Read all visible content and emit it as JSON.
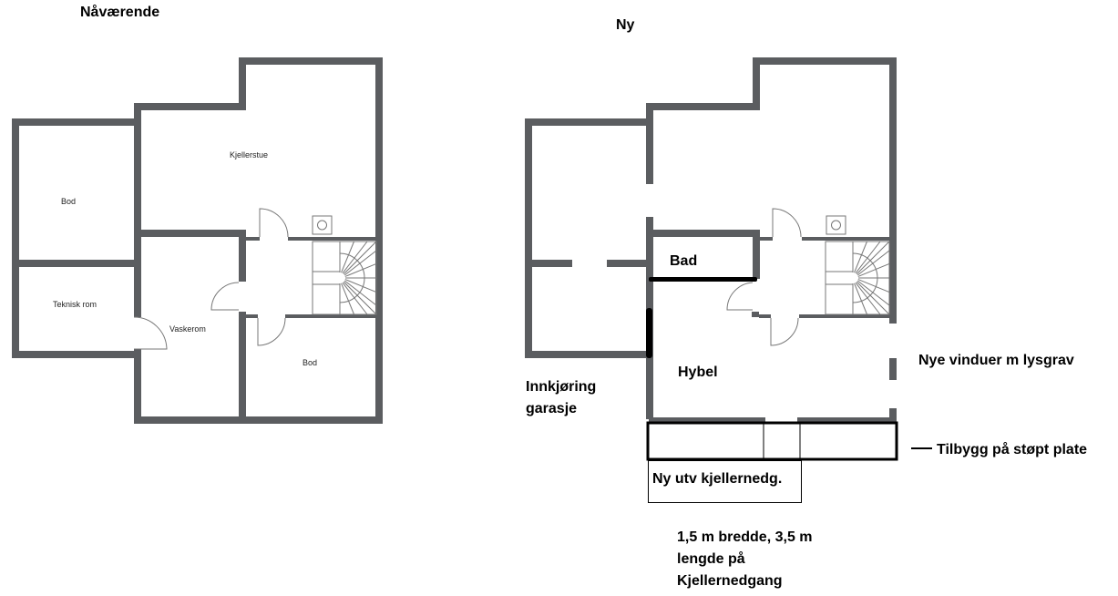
{
  "titles": {
    "current": "Nåværende",
    "new": "Ny"
  },
  "current_plan": {
    "rooms": [
      "Kjellerstue",
      "Bod",
      "Teknisk rom",
      "Vaskerom",
      "Bod"
    ]
  },
  "new_plan": {
    "rooms": {
      "bad": "Bad",
      "hybel": "Hybel"
    },
    "annotations": {
      "driveway_line1": "Innkjøring",
      "driveway_line2": "garasje",
      "windows": "Nye vinduer m lysgrav",
      "extension": "Tilbygg på støpt plate",
      "entrance": "Ny utv kjellernedg.",
      "dims_line1": "1,5 m bredde, 3,5 m",
      "dims_line2": "lengde på",
      "dims_line3": "Kjellernedgang"
    }
  }
}
